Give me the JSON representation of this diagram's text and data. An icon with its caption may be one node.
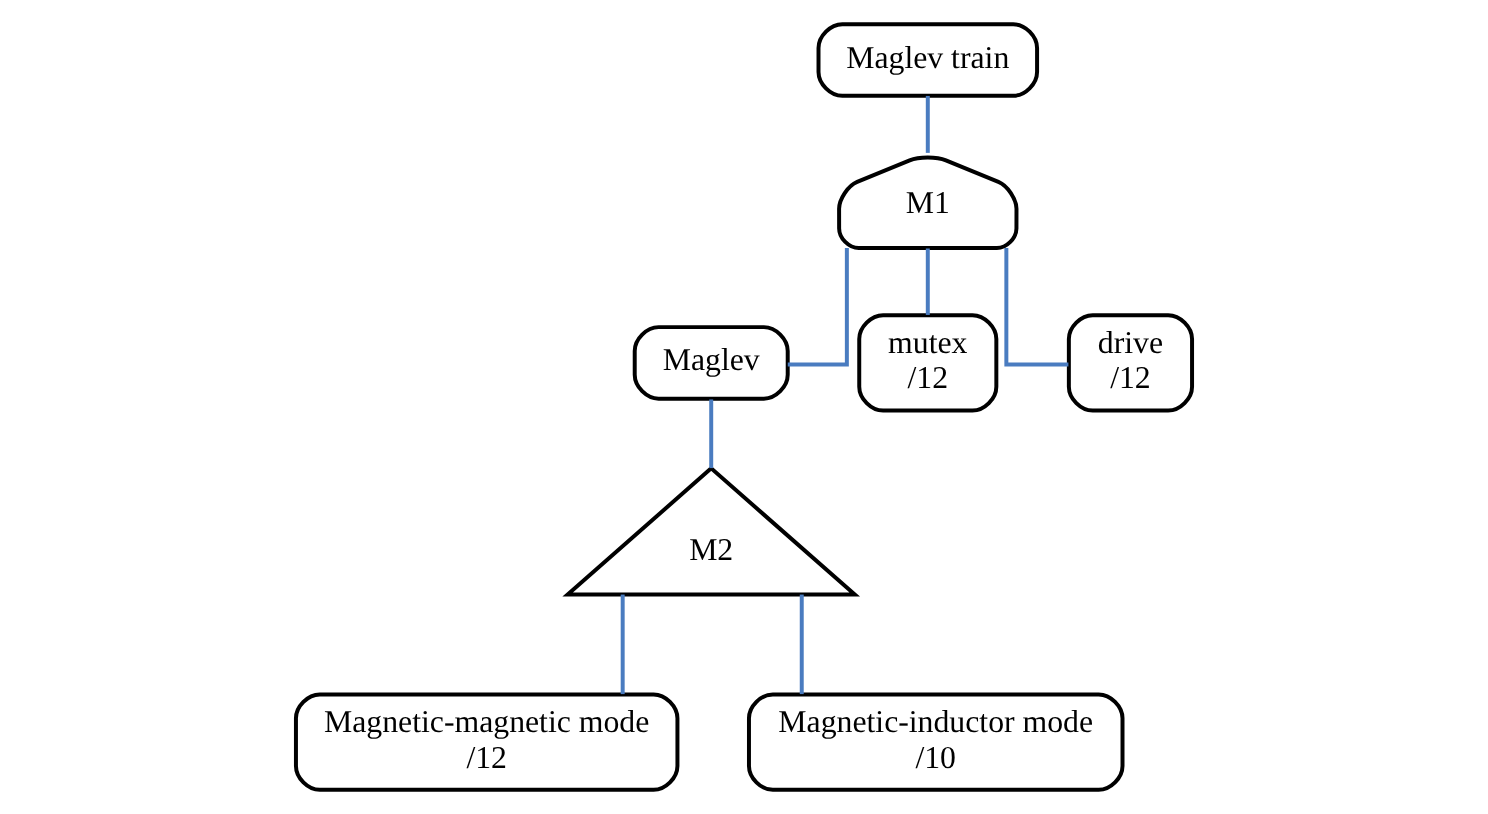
{
  "diagram": {
    "nodes": [
      {
        "text": [
          "Maglev train"
        ]
      },
      {
        "text": [
          "M1"
        ]
      },
      {
        "text": [
          "Maglev"
        ]
      },
      {
        "text": [
          "mutex",
          "/12"
        ]
      },
      {
        "text": [
          "drive",
          "/12"
        ]
      },
      {
        "text": [
          "M2"
        ]
      },
      {
        "text": [
          "Magnetic-magnetic mode",
          "/12"
        ]
      },
      {
        "text": [
          "Magnetic-inductor mode",
          "/10"
        ]
      }
    ],
    "edges": [
      {
        "from": 0,
        "to": 1,
        "arrow": "none"
      },
      {
        "from": 1,
        "to": 2,
        "arrow": "none"
      },
      {
        "from": 1,
        "to": 3,
        "arrow": "none"
      },
      {
        "from": 1,
        "to": 4,
        "arrow": "none"
      },
      {
        "from": 2,
        "to": 5,
        "arrow": "none"
      },
      {
        "from": 5,
        "to": 6,
        "arrow": "none"
      },
      {
        "from": 5,
        "to": 7,
        "arrow": "none"
      }
    ]
  }
}
